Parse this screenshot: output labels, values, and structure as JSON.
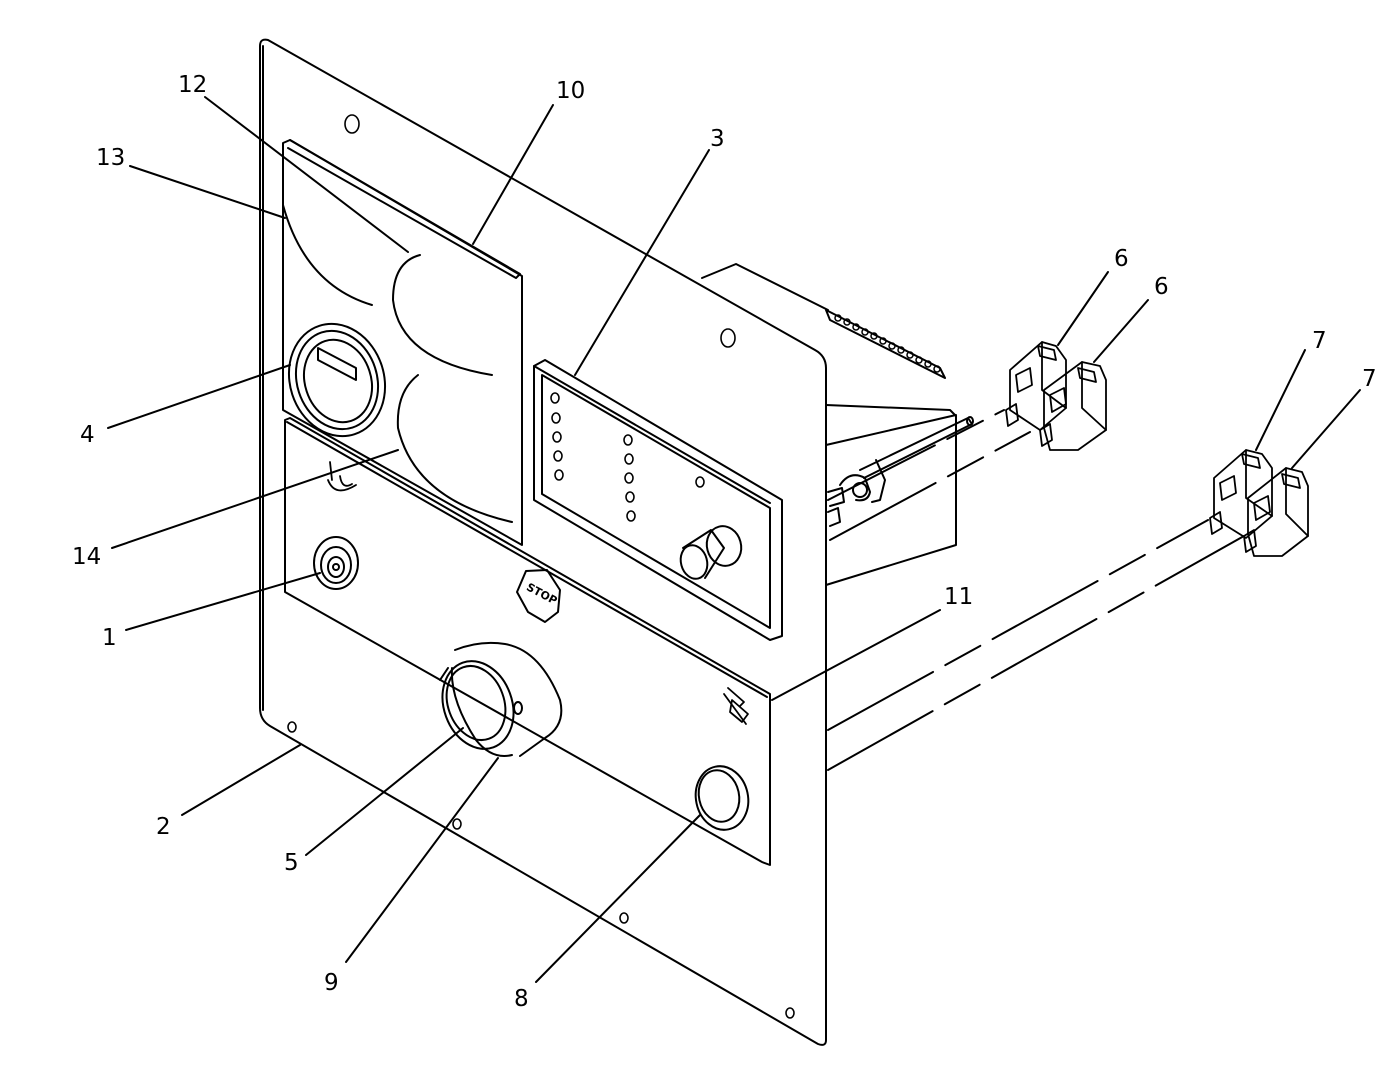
{
  "diagram": {
    "callouts": [
      {
        "id": "c12",
        "label": "12"
      },
      {
        "id": "c10",
        "label": "10"
      },
      {
        "id": "c13",
        "label": "13"
      },
      {
        "id": "c3",
        "label": "3"
      },
      {
        "id": "c6a",
        "label": "6"
      },
      {
        "id": "c6b",
        "label": "6"
      },
      {
        "id": "c7a",
        "label": "7"
      },
      {
        "id": "c7b",
        "label": "7"
      },
      {
        "id": "c4",
        "label": "4"
      },
      {
        "id": "c14",
        "label": "14"
      },
      {
        "id": "c1",
        "label": "1"
      },
      {
        "id": "c11",
        "label": "11"
      },
      {
        "id": "c2",
        "label": "2"
      },
      {
        "id": "c5",
        "label": "5"
      },
      {
        "id": "c9",
        "label": "9"
      },
      {
        "id": "c8",
        "label": "8"
      }
    ],
    "stop_sign_text": "STOP"
  }
}
